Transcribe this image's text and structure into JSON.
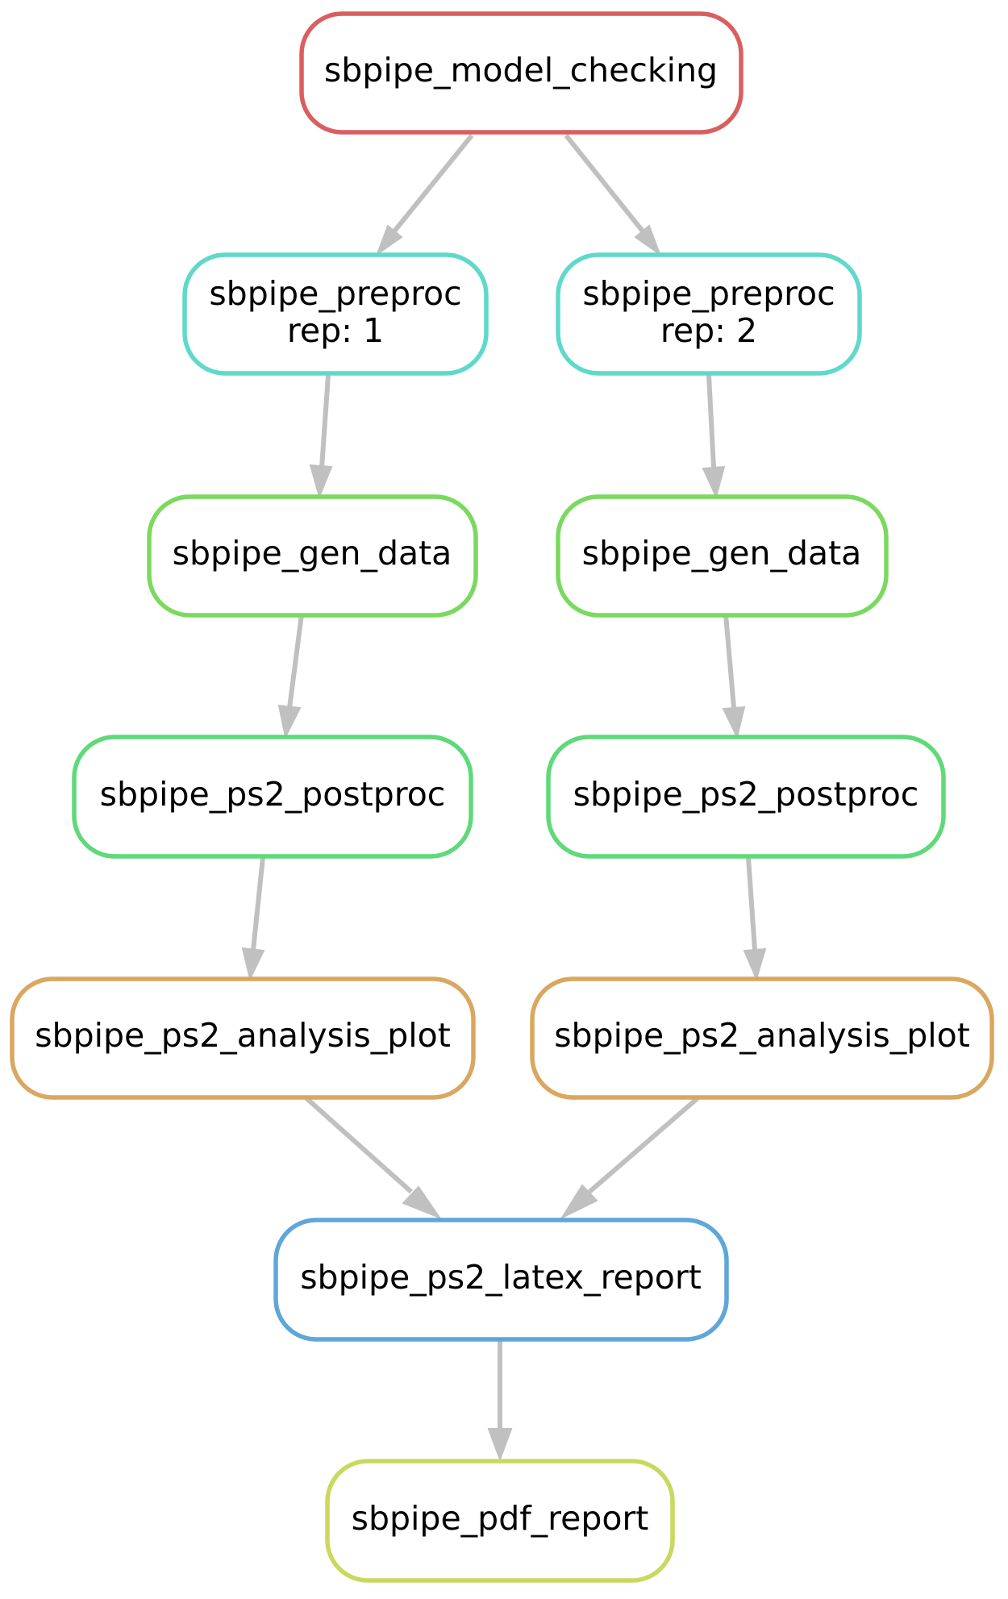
{
  "colors": {
    "edge": "#c0c0c0",
    "model_checking": "#d95f5f",
    "preproc": "#5fd9c9",
    "gen_data": "#7ad95f",
    "ps2_postproc": "#5fd97a",
    "ps2_analysis_plot": "#d9a75f",
    "ps2_latex_report": "#5fa6d9",
    "pdf_report": "#c9d95f"
  },
  "nodes": {
    "model_checking": {
      "label": "sbpipe_model_checking"
    },
    "preproc_1": {
      "label": "sbpipe_preproc",
      "sublabel": "rep: 1"
    },
    "preproc_2": {
      "label": "sbpipe_preproc",
      "sublabel": "rep: 2"
    },
    "gen_data_1": {
      "label": "sbpipe_gen_data"
    },
    "gen_data_2": {
      "label": "sbpipe_gen_data"
    },
    "postproc_1": {
      "label": "sbpipe_ps2_postproc"
    },
    "postproc_2": {
      "label": "sbpipe_ps2_postproc"
    },
    "analysis_plot_1": {
      "label": "sbpipe_ps2_analysis_plot"
    },
    "analysis_plot_2": {
      "label": "sbpipe_ps2_analysis_plot"
    },
    "latex_report": {
      "label": "sbpipe_ps2_latex_report"
    },
    "pdf_report": {
      "label": "sbpipe_pdf_report"
    }
  },
  "edges": [
    {
      "from": "model_checking",
      "to": "preproc_1"
    },
    {
      "from": "model_checking",
      "to": "preproc_2"
    },
    {
      "from": "preproc_1",
      "to": "gen_data_1"
    },
    {
      "from": "preproc_2",
      "to": "gen_data_2"
    },
    {
      "from": "gen_data_1",
      "to": "postproc_1"
    },
    {
      "from": "gen_data_2",
      "to": "postproc_2"
    },
    {
      "from": "postproc_1",
      "to": "analysis_plot_1"
    },
    {
      "from": "postproc_2",
      "to": "analysis_plot_2"
    },
    {
      "from": "analysis_plot_1",
      "to": "latex_report"
    },
    {
      "from": "analysis_plot_2",
      "to": "latex_report"
    },
    {
      "from": "latex_report",
      "to": "pdf_report"
    }
  ]
}
